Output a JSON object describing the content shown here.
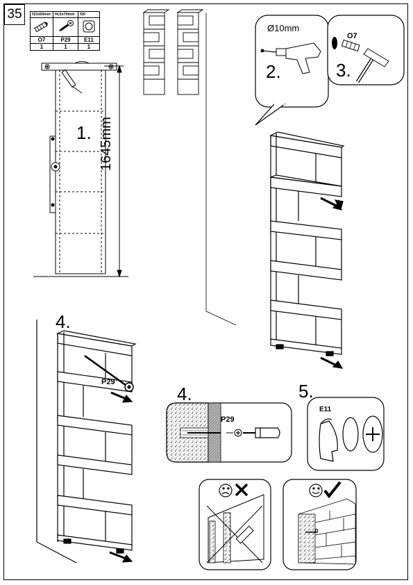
{
  "page_number": "35",
  "parts": [
    {
      "size": "f10x50mm",
      "code": "O7",
      "qty": "1",
      "icon": "wall-plug-icon"
    },
    {
      "size": "f4,5x70mm",
      "code": "P29",
      "qty": "1",
      "icon": "screw-icon"
    },
    {
      "size": "f20",
      "code": "E11",
      "qty": "1",
      "icon": "cap-sticker-icon"
    }
  ],
  "steps": {
    "step1": "1.",
    "step2": "2.",
    "step3": "3.",
    "step4": "4.",
    "step4_detail": "4.",
    "step5": "5."
  },
  "labels": {
    "height": "1645mm",
    "drill": "Ø10mm",
    "plug_code": "O7",
    "screw_code_a": "P29",
    "screw_code_b": "P29",
    "cap_code": "E11",
    "wall_mark": "0"
  }
}
